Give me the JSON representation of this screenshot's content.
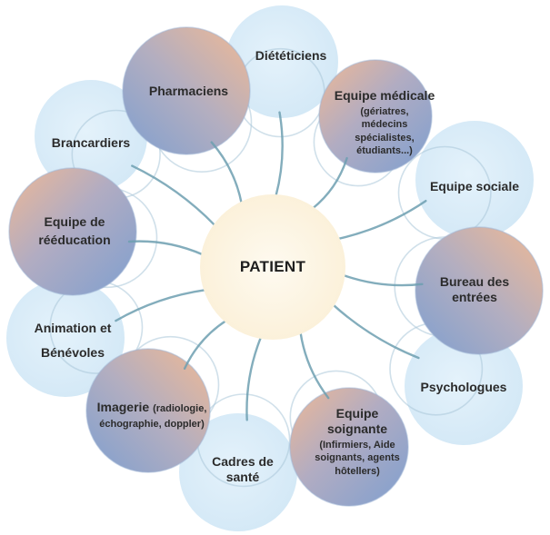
{
  "center": {
    "label": "PATIENT"
  },
  "nodes": [
    {
      "id": "dieteticiens",
      "label": "Diététiciens",
      "detail": ""
    },
    {
      "id": "equipe-medicale",
      "label": "Equipe médicale",
      "detail": "(gériatres, médecins spécialistes, étudiants...)"
    },
    {
      "id": "equipe-sociale",
      "label": "Equipe sociale",
      "detail": ""
    },
    {
      "id": "bureau-entrees",
      "label": "Bureau des entrées",
      "detail": ""
    },
    {
      "id": "psychologues",
      "label": "Psychologues",
      "detail": ""
    },
    {
      "id": "equipe-soignante",
      "label": "Equipe soignante",
      "detail": "(Infirmiers, Aide soignants, agents hôtellers)"
    },
    {
      "id": "cadres-sante",
      "label": "Cadres de santé",
      "detail": ""
    },
    {
      "id": "imagerie",
      "label": "Imagerie",
      "detail": "(radiologie, échographie, doppler)"
    },
    {
      "id": "animation-benevoles",
      "label": "Animation et Bénévoles",
      "detail": ""
    },
    {
      "id": "equipe-reeducation",
      "label": "Equipe de rééducation",
      "detail": ""
    },
    {
      "id": "brancardiers",
      "label": "Brancardiers",
      "detail": ""
    },
    {
      "id": "pharmaciens",
      "label": "Pharmaciens",
      "detail": ""
    }
  ],
  "colors": {
    "center_fill": "#fdf4df",
    "light_circle": "#d9ecf8",
    "dark_circle_blue": "#7f9fcf",
    "dark_circle_peach": "#ecb99a",
    "connector": "#6d9fb0",
    "text": "#2b2b2b"
  }
}
